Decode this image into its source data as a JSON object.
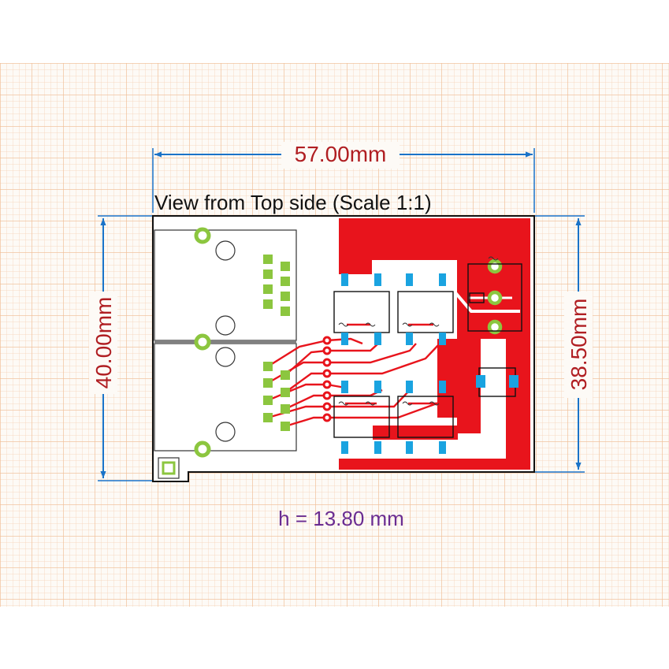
{
  "dimensions": {
    "width_label": "57.00mm",
    "left_height_label": "40.00mm",
    "right_height_label": "38.50mm"
  },
  "view_title": "View from Top side (Scale 1:1)",
  "height_note": "h = 13.80 mm",
  "colors": {
    "dimension_line": "#1a73c8",
    "dimension_text": "#b01e22",
    "copper": "#e8141c",
    "pad": "#1aa3e0",
    "via_ring": "#8cc63f",
    "header_pad": "#8cc63f",
    "height_text": "#6a2c91"
  }
}
